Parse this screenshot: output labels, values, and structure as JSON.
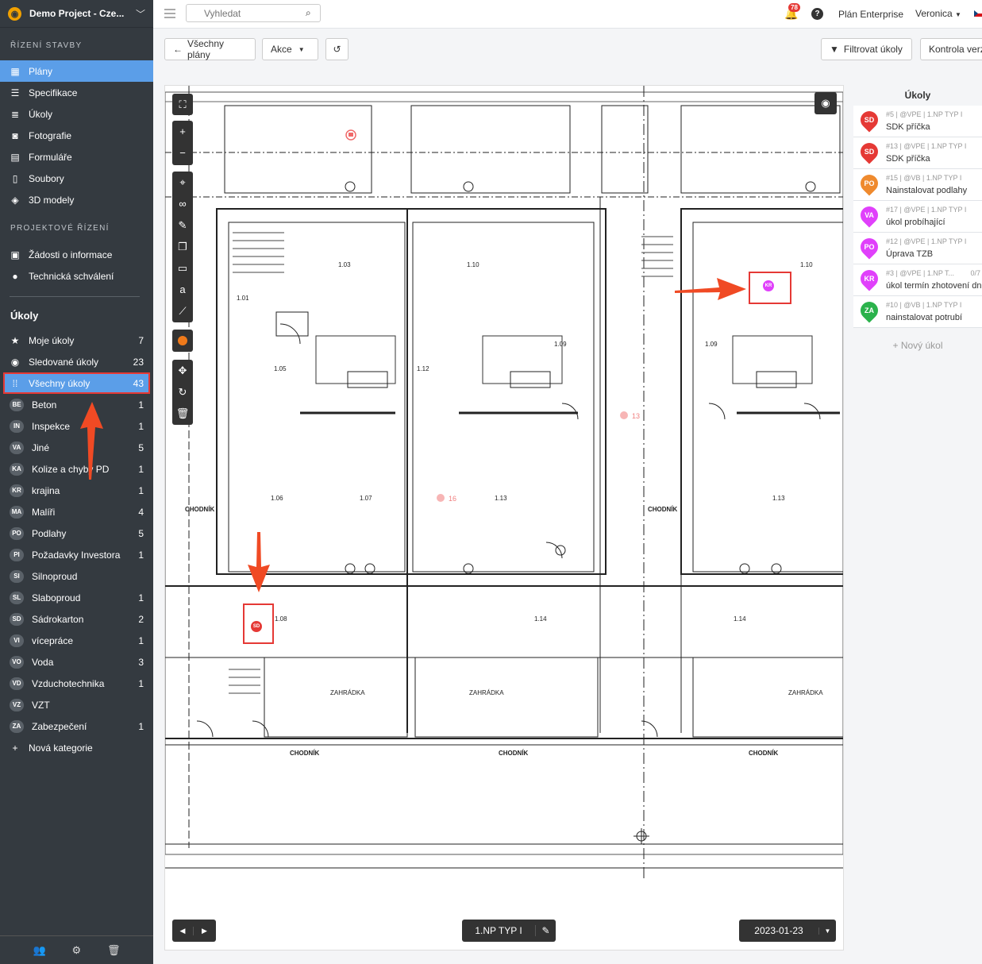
{
  "project": {
    "name": "Demo Project - Cze..."
  },
  "sidebar": {
    "section1": "ŘÍZENÍ STAVBY",
    "nav1": [
      {
        "label": "Plány",
        "icon": "plan-icon",
        "active": true
      },
      {
        "label": "Specifikace",
        "icon": "list-icon"
      },
      {
        "label": "Úkoly",
        "icon": "tasks-icon"
      },
      {
        "label": "Fotografie",
        "icon": "camera-icon"
      },
      {
        "label": "Formuláře",
        "icon": "clipboard-icon"
      },
      {
        "label": "Soubory",
        "icon": "file-icon"
      },
      {
        "label": "3D modely",
        "icon": "cube-icon"
      }
    ],
    "section2": "PROJEKTOVÉ ŘÍZENÍ",
    "nav2": [
      {
        "label": "Žádosti o informace",
        "icon": "document-icon"
      },
      {
        "label": "Technická schválení",
        "icon": "user-icon"
      }
    ],
    "tasks_heading": "Úkoly",
    "task_filters": [
      {
        "label": "Moje úkoly",
        "count": "7",
        "icon": "star-icon"
      },
      {
        "label": "Sledované úkoly",
        "count": "23",
        "icon": "eye-icon"
      },
      {
        "label": "Všechny úkoly",
        "count": "43",
        "icon": "grid-icon"
      }
    ],
    "categories": [
      {
        "badge": "BE",
        "label": "Beton",
        "count": "1"
      },
      {
        "badge": "IN",
        "label": "Inspekce",
        "count": "1"
      },
      {
        "badge": "VA",
        "label": "Jiné",
        "count": "5"
      },
      {
        "badge": "KA",
        "label": "Kolize a chyby PD",
        "count": "1"
      },
      {
        "badge": "KR",
        "label": "krajina",
        "count": "1"
      },
      {
        "badge": "MA",
        "label": "Malíři",
        "count": "4"
      },
      {
        "badge": "PO",
        "label": "Podlahy",
        "count": "5"
      },
      {
        "badge": "PI",
        "label": "Požadavky Investora",
        "count": "1"
      },
      {
        "badge": "SI",
        "label": "Silnoproud",
        "count": ""
      },
      {
        "badge": "SL",
        "label": "Slaboproud",
        "count": "1"
      },
      {
        "badge": "SD",
        "label": "Sádrokarton",
        "count": "2"
      },
      {
        "badge": "VI",
        "label": "vícepráce",
        "count": "1"
      },
      {
        "badge": "VO",
        "label": "Voda",
        "count": "3"
      },
      {
        "badge": "VD",
        "label": "Vzduchotechnika",
        "count": "1"
      },
      {
        "badge": "VZ",
        "label": "VZT",
        "count": ""
      },
      {
        "badge": "ZA",
        "label": "Zabezpečení",
        "count": "1"
      }
    ],
    "new_category": "Nová kategorie"
  },
  "topbar": {
    "search_placeholder": "Vyhledat",
    "notifications": "78",
    "plan": "Plán Enterprise",
    "user": "Veronica"
  },
  "toolbar": {
    "all_plans": "Všechny plány",
    "actions": "Akce",
    "filter": "Filtrovat úkoly",
    "version_check": "Kontrola verz"
  },
  "viewer": {
    "sheet": "1.NP TYP I",
    "date": "2023-01-23",
    "pins": [
      {
        "label": "SD",
        "color": "#e53935"
      },
      {
        "label": "KR",
        "color": "#e040fb"
      }
    ],
    "markers": [
      "13",
      "16"
    ]
  },
  "panel": {
    "title": "Úkoly",
    "tasks": [
      {
        "badge": "SD",
        "color": "#e53935",
        "meta": "#5 | @VPE | 1.NP TYP I",
        "title": "SDK příčka",
        "progress": ""
      },
      {
        "badge": "SD",
        "color": "#e53935",
        "meta": "#13 | @VPE | 1.NP TYP I",
        "title": "SDK příčka",
        "progress": ""
      },
      {
        "badge": "PO",
        "color": "#ef8a2e",
        "meta": "#15 | @VB | 1.NP TYP I",
        "title": "Nainstalovat podlahy",
        "progress": ""
      },
      {
        "badge": "VA",
        "color": "#e040fb",
        "meta": "#17 | @VPE | 1.NP TYP I",
        "title": "úkol probíhající",
        "progress": ""
      },
      {
        "badge": "PO",
        "color": "#e040fb",
        "meta": "#12 | @VPE | 1.NP TYP I",
        "title": "Úprava TZB",
        "progress": ""
      },
      {
        "badge": "KR",
        "color": "#e040fb",
        "meta": "#3 | @VPE | 1.NP T...",
        "title": "úkol termín zhotovení dne",
        "progress": "0/7"
      },
      {
        "badge": "ZA",
        "color": "#2bb24c",
        "meta": "#10 | @VB | 1.NP TYP I",
        "title": "nainstalovat potrubí",
        "progress": ""
      }
    ],
    "new_task": "+ Nový úkol"
  }
}
